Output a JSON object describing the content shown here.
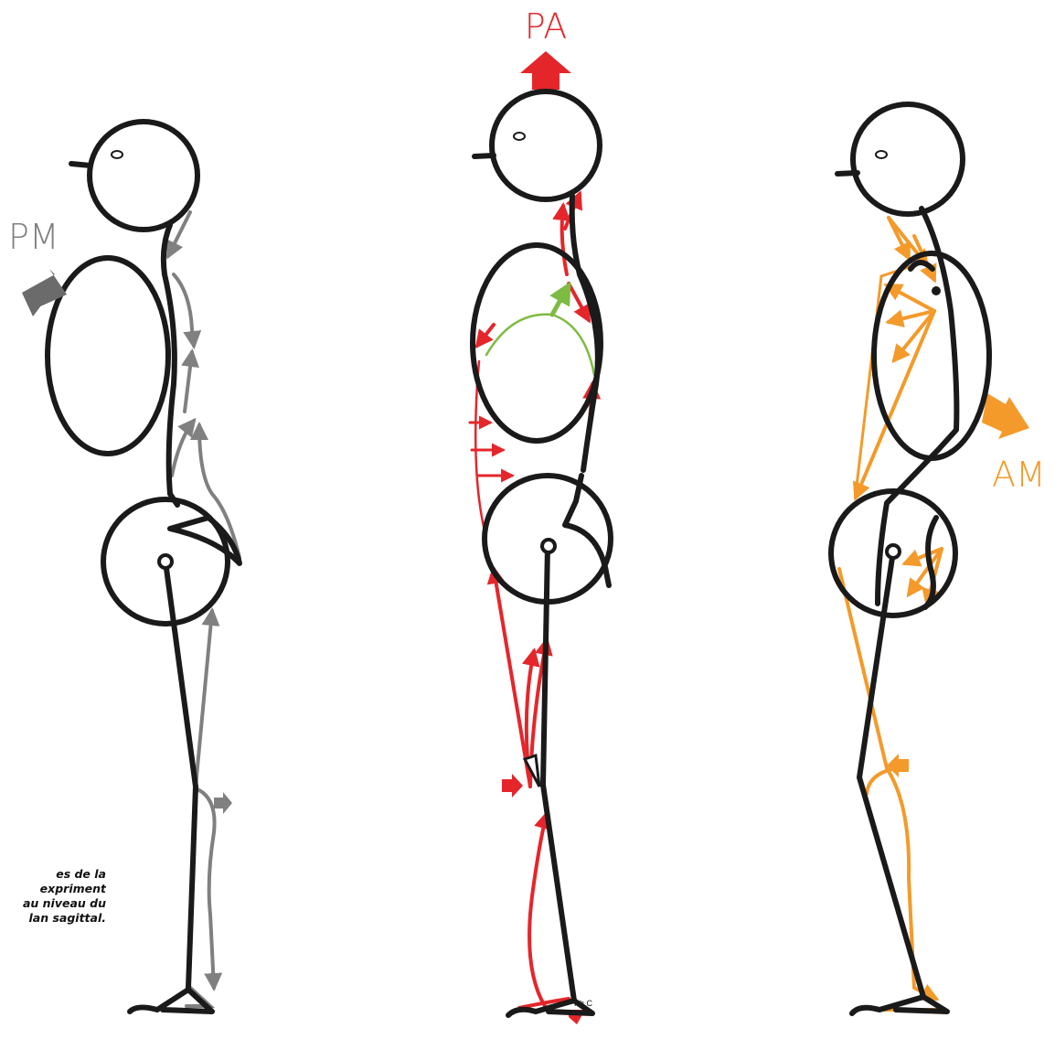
{
  "colors": {
    "outline": "#1a1a1a",
    "gray": "#808080",
    "gray_dark": "#6b6b6b",
    "red": "#e4262b",
    "green": "#7dbb42",
    "orange": "#f39a2b"
  },
  "labels": {
    "pm": "PM",
    "pa": "PA",
    "am": "AM",
    "signature": "Ph.C"
  },
  "caption": {
    "line1": "es de la",
    "line2": "expriment",
    "line3": "au niveau du",
    "line4": "lan sagittal."
  },
  "figures": [
    {
      "chain": "PM",
      "color": "gray",
      "arrow_direction": "up-left"
    },
    {
      "chain": "PA",
      "color": "red",
      "arrow_direction": "up"
    },
    {
      "chain": "AM",
      "color": "orange",
      "arrow_direction": "down-right"
    }
  ]
}
